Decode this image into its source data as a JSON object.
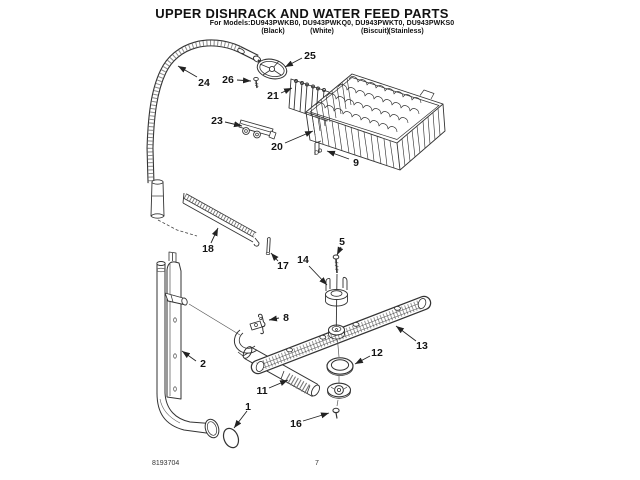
{
  "header": {
    "title": "UPPER DISHRACK AND WATER FEED PARTS",
    "models_line": "For Models:DU943PWKB0, DU943PWKQ0, DU943PWKT0, DU943PWKS0",
    "colors": [
      "(Black)",
      "(White)",
      "(Biscuit)",
      "(Stainless)"
    ]
  },
  "diagram": {
    "callouts": {
      "c1": "1",
      "c2": "2",
      "c5": "5",
      "c8": "8",
      "c9": "9",
      "c11": "11",
      "c12": "12",
      "c13": "13",
      "c14": "14",
      "c16": "16",
      "c17": "17",
      "c18": "18",
      "c20": "20",
      "c21": "21",
      "c23": "23",
      "c24": "24",
      "c25": "25",
      "c26": "26"
    }
  },
  "footer": {
    "doc_number": "8193704",
    "page_number": "7"
  }
}
